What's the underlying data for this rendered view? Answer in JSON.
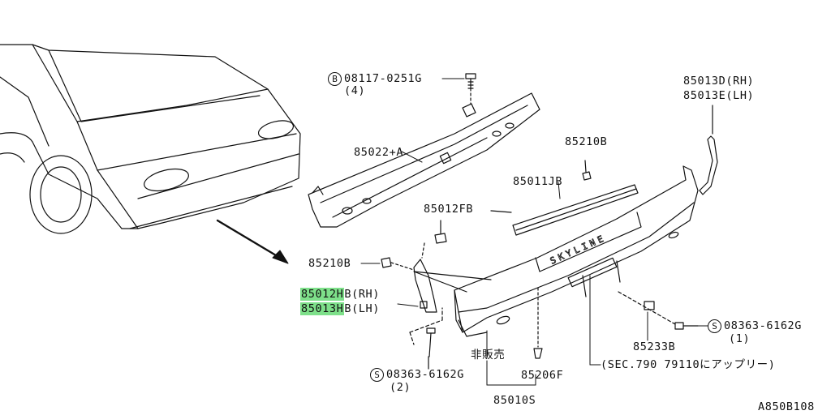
{
  "labels": {
    "bolt_top": "08117-0251G",
    "bolt_top_qty": "(4)",
    "reinforcement": "85022+A",
    "retainer_right": "85210B",
    "stay_center": "85012FB",
    "retainer_left": "85210B",
    "bracket_rh_part": "85012H",
    "bracket_rh_suffix": "B(RH)",
    "bracket_lh_part": "85013H",
    "bracket_lh_suffix": "B(LH)",
    "screw_left": "08363-6162G",
    "screw_left_qty": "(2)",
    "not_for_sale": "非販売",
    "clip": "85206F",
    "fascia_assembly": "85010S",
    "section_ref": "(SEC.790 79110にアップリー)",
    "stay_bottom": "85233B",
    "screw_right": "08363-6162G",
    "screw_right_qty": "(1)",
    "molding": "85011JB",
    "seal_rh": "85013D(RH)",
    "seal_lh": "85013E(LH)",
    "diagram_code": "A850B108",
    "bolt_symbol": "B",
    "screw_symbol": "S",
    "emblem_text": "SKYLINE"
  },
  "colors": {
    "highlight": "#7ee08a",
    "line": "#111111"
  }
}
